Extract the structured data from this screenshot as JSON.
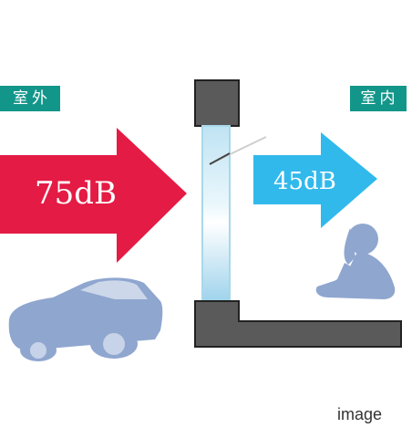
{
  "labels": {
    "outdoor": "室外",
    "indoor": "室内"
  },
  "levels": {
    "outdoor": "75dB",
    "indoor": "45dB"
  },
  "caption": "image",
  "colors": {
    "tag": "#13968a",
    "outdoor_arrow": "#e41b44",
    "indoor_arrow": "#32b9ec",
    "wall": "#5a5a5a",
    "wall_edge": "#222222",
    "glass_edge": "#a8d8ea",
    "silhouette": "#8fa6cf"
  },
  "icons": [
    "car-silhouette-icon",
    "sitting-girl-silhouette-icon",
    "window-glass-icon"
  ]
}
